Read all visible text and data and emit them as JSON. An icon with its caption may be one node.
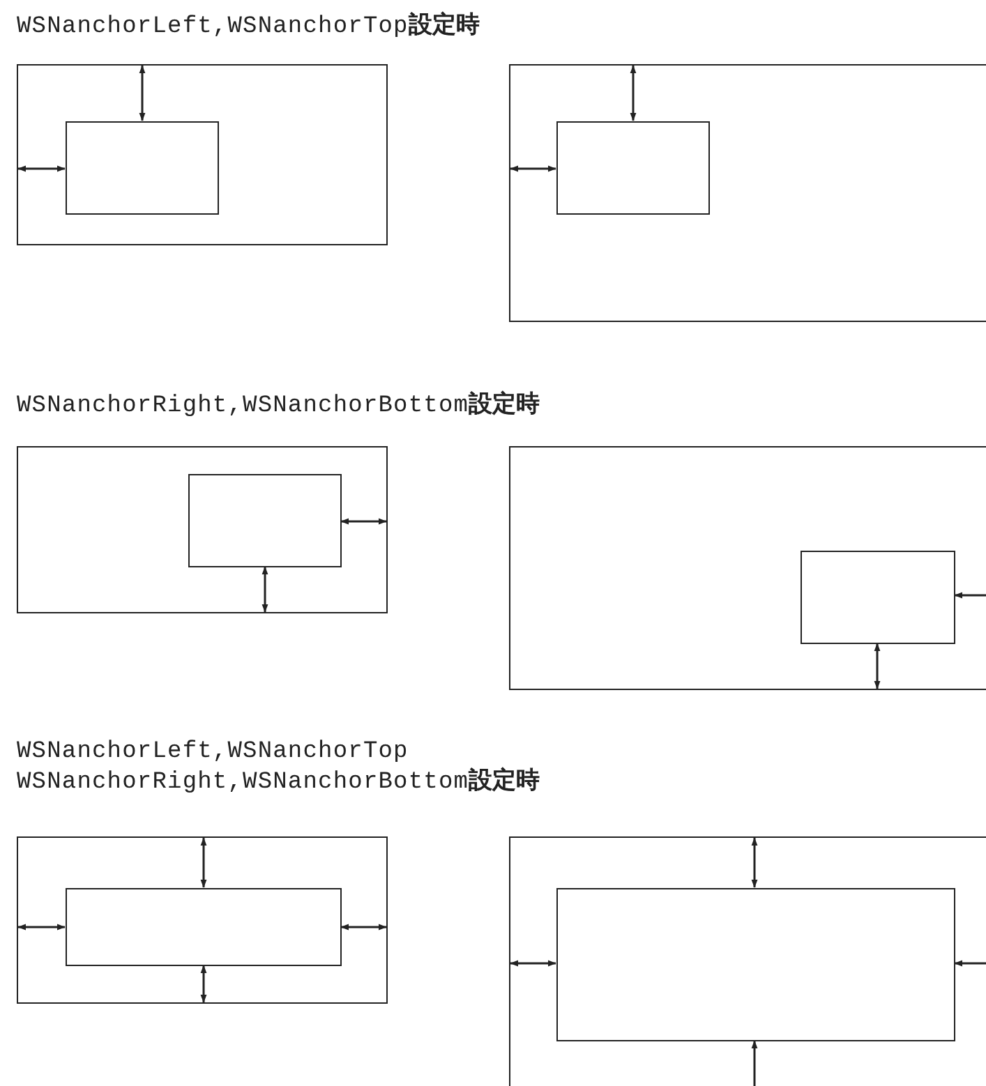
{
  "diagram": {
    "nodes": [
      {
        "text": [],
        "shape": "box"
      },
      {
        "text": [],
        "shape": "box",
        "in": 0
      },
      {
        "text": [],
        "shape": "box"
      },
      {
        "text": [],
        "shape": "box",
        "in": 2
      },
      {
        "text": [],
        "shape": "box"
      },
      {
        "text": [],
        "shape": "box",
        "in": 4
      },
      {
        "text": [],
        "shape": "box"
      },
      {
        "text": [],
        "shape": "box",
        "in": 6
      },
      {
        "text": [],
        "shape": "box"
      },
      {
        "text": [],
        "shape": "box",
        "in": 8
      },
      {
        "text": [],
        "shape": "box"
      },
      {
        "text": [],
        "shape": "box",
        "in": 10
      }
    ],
    "edges": [
      {
        "from": 0,
        "to": 1,
        "arrow": "both"
      },
      {
        "from": 0,
        "to": 1,
        "arrow": "both"
      },
      {
        "from": 2,
        "to": 3,
        "arrow": "both"
      },
      {
        "from": 2,
        "to": 3,
        "arrow": "both"
      },
      {
        "from": 4,
        "to": 5,
        "arrow": "both"
      },
      {
        "from": 4,
        "to": 5,
        "arrow": "both"
      },
      {
        "from": 6,
        "to": 7,
        "arrow": "both"
      },
      {
        "from": 6,
        "to": 7,
        "arrow": "both"
      },
      {
        "from": 8,
        "to": 9,
        "arrow": "both"
      },
      {
        "from": 8,
        "to": 9,
        "arrow": "both"
      },
      {
        "from": 8,
        "to": 9,
        "arrow": "both"
      },
      {
        "from": 8,
        "to": 9,
        "arrow": "both"
      },
      {
        "from": 10,
        "to": 11,
        "arrow": "both"
      },
      {
        "from": 10,
        "to": 11,
        "arrow": "both"
      },
      {
        "from": 10,
        "to": 11,
        "arrow": "both"
      },
      {
        "from": 10,
        "to": 11,
        "arrow": "both"
      }
    ],
    "labels": [
      "WSNanchorLeft,WSNanchorTop**設定時**",
      "WSNanchorRight,WSNanchorBottom**設定時**",
      "WSNanchorLeft,WSNanchorTop WSNanchorRight,WSNanchorBottom**設定時**"
    ]
  }
}
